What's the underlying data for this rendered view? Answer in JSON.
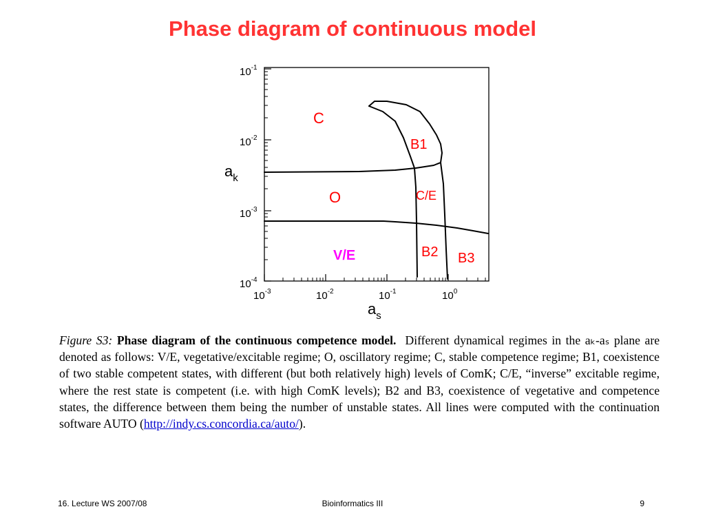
{
  "slide": {
    "title": "Phase diagram of continuous model"
  },
  "diagram": {
    "y_label_main": "a",
    "y_label_sub": "k",
    "x_label_main": "a",
    "x_label_sub": "s",
    "y_ticks": [
      {
        "base": "10",
        "exp": "-1"
      },
      {
        "base": "10",
        "exp": "-2"
      },
      {
        "base": "10",
        "exp": "-3"
      },
      {
        "base": "10",
        "exp": "-4"
      }
    ],
    "x_ticks": [
      {
        "base": "10",
        "exp": "-3"
      },
      {
        "base": "10",
        "exp": "-2"
      },
      {
        "base": "10",
        "exp": "-1"
      },
      {
        "base": "10",
        "exp": "0"
      }
    ],
    "regions": {
      "c": "C",
      "b1": "B1",
      "o": "O",
      "ce": "C/E",
      "ve": "V/E",
      "b2": "B2",
      "b3": "B3"
    },
    "colors": {
      "region_label": "#ff0000",
      "ve_label": "#ff00ff",
      "line": "#000000",
      "title": "#ff3333"
    }
  },
  "caption": {
    "figure_label": "Figure S3:",
    "figure_title": "Phase diagram of the continuous competence model.",
    "body": "Different dynamical regimes in the aₖ-aₛ plane are denoted as follows: V/E, vegetative/excitable regime; O, oscillatory regime; C, stable competence regime; B1, coexistence of two stable competent states, with different (but both relatively high) levels of ComK; C/E, “inverse” excitable regime, where the rest state is competent (i.e. with high ComK levels); B2 and B3, coexistence of vegetative and competence states, the difference between them being the number of unstable states. All lines were computed with the continuation software AUTO (",
    "link": "http://indy.cs.concordia.ca/auto/",
    "end": ")."
  },
  "footer": {
    "left": "16. Lecture WS 2007/08",
    "center": "Bioinformatics III",
    "page": "9"
  }
}
